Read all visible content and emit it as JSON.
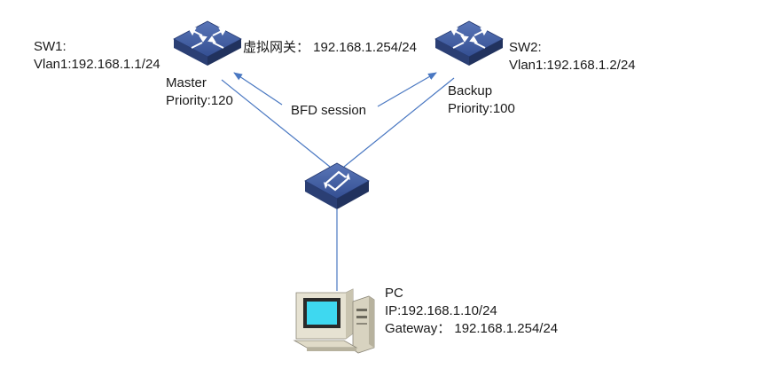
{
  "sw1": {
    "name": "SW1:",
    "vlan": "Vlan1:192.168.1.1/24",
    "role": "Master",
    "priority": "Priority:120"
  },
  "sw2": {
    "name": "SW2:",
    "vlan": "Vlan1:192.168.1.2/24",
    "role": "Backup",
    "priority": "Priority:100"
  },
  "virtual_gateway": "虚拟网关： 192.168.1.254/24",
  "bfd": "BFD session",
  "pc": {
    "name": "PC",
    "ip": "IP:192.168.1.10/24",
    "gateway": "Gateway： 192.168.1.254/24"
  },
  "colors": {
    "link": "#4a78c2",
    "device_top": "#3f5a9c",
    "device_side": "#2b3f74",
    "screen": "#3ed8f0"
  },
  "icons": {
    "router": "router-icon",
    "switch": "switch-icon",
    "pc": "pc-icon"
  }
}
